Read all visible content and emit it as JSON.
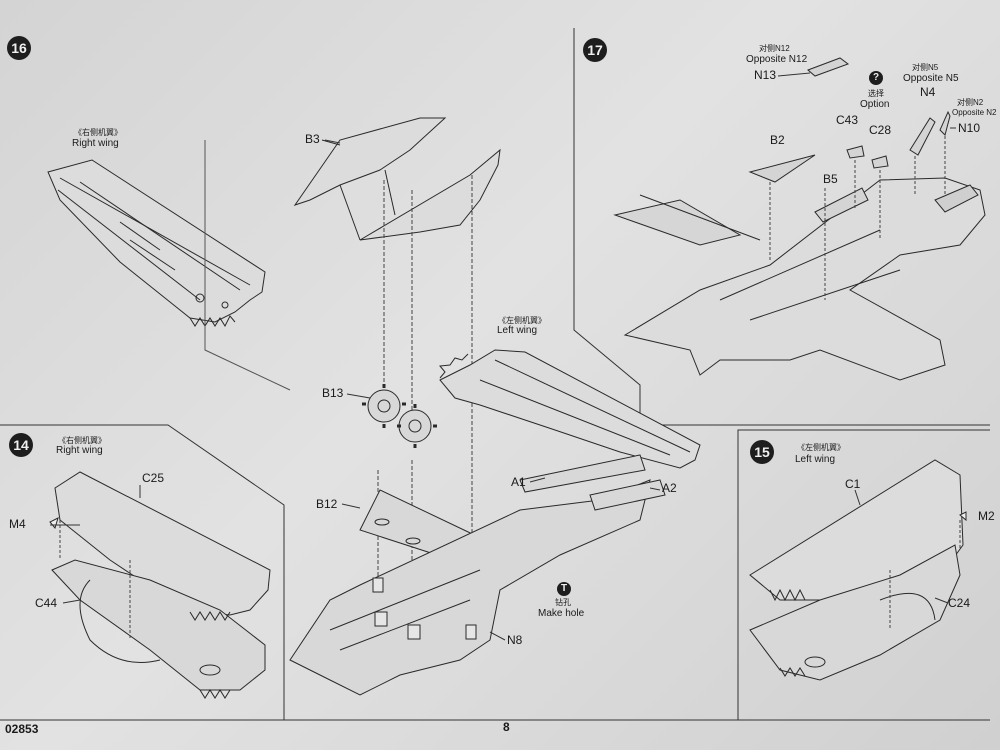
{
  "footer": {
    "code": "02853",
    "page": "8"
  },
  "steps": {
    "s16": "16",
    "s17": "17",
    "s14": "14",
    "s15": "15"
  },
  "step16": {
    "right_wing_cn": "《右侧机翼》",
    "right_wing_en": "Right wing",
    "left_wing_cn": "《左侧机翼》",
    "left_wing_en": "Left wing",
    "b3": "B3",
    "b13": "B13",
    "b12": "B12",
    "a1": "A1",
    "a2": "A2",
    "n8": "N8",
    "drill_cn": "钻孔",
    "drill_en": "Make hole",
    "drill_icon": "T"
  },
  "step17": {
    "n12_cn": "对侧N12",
    "n12_en": "Opposite N12",
    "n13": "N13",
    "option_icon": "?",
    "option_cn": "选择",
    "option_en": "Option",
    "n5_cn": "对侧N5",
    "n5_en": "Opposite N5",
    "n4": "N4",
    "n2_cn": "对侧N2",
    "n2_en": "Opposite N2",
    "n10": "N10",
    "c43": "C43",
    "c28": "C28",
    "b2": "B2",
    "b5": "B5"
  },
  "step14": {
    "wing_cn": "《右侧机翼》",
    "wing_en": "Right wing",
    "c25": "C25",
    "m4": "M4",
    "c44": "C44"
  },
  "step15": {
    "wing_cn": "《左侧机翼》",
    "wing_en": "Left wing",
    "c1": "C1",
    "m2": "M2",
    "c24": "C24"
  }
}
